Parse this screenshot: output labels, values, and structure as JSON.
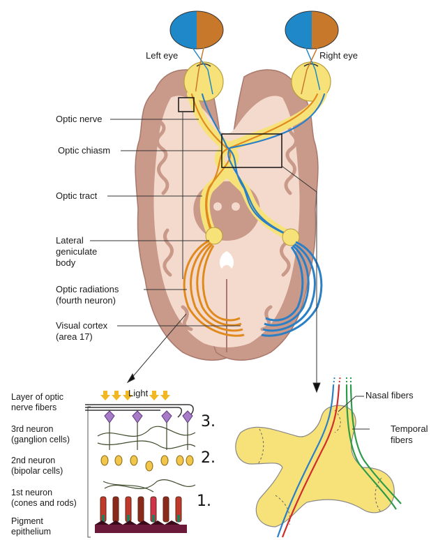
{
  "labels": {
    "left_eye": "Left eye",
    "right_eye": "Right eye",
    "optic_nerve": "Optic nerve",
    "optic_chiasm": "Optic chiasm",
    "optic_tract": "Optic tract",
    "lateral_geniculate_body": "Lateral\ngeniculate\nbody",
    "optic_radiations": "Optic radiations\n(fourth neuron)",
    "visual_cortex": "Visual cortex\n(area 17)",
    "light": "Light",
    "layer_optic_nerve_fibers": "Layer of optic\nnerve fibers",
    "third_neuron": "3rd neuron\n(ganglion cells)",
    "second_neuron": "2nd neuron\n(bipolar cells)",
    "first_neuron": "1st neuron\n(cones and rods)",
    "pigment_epithelium": "Pigment\nepithelium",
    "nasal_fibers": "Nasal fibers",
    "temporal_fibers": "Temporal\nfibers",
    "num_3": "3.",
    "num_2": "2.",
    "num_1": "1."
  },
  "colors": {
    "left_field": "#1e88c8",
    "right_field": "#c8782a",
    "brain_outer": "#c79a8a",
    "brain_inner": "#f4d9cc",
    "pathway_yellow": "#f7e27a",
    "orange_fiber": "#e08a1e",
    "blue_fiber": "#2b7fc4",
    "green_fiber": "#2e9a4a",
    "red_fiber": "#d12b2b"
  }
}
